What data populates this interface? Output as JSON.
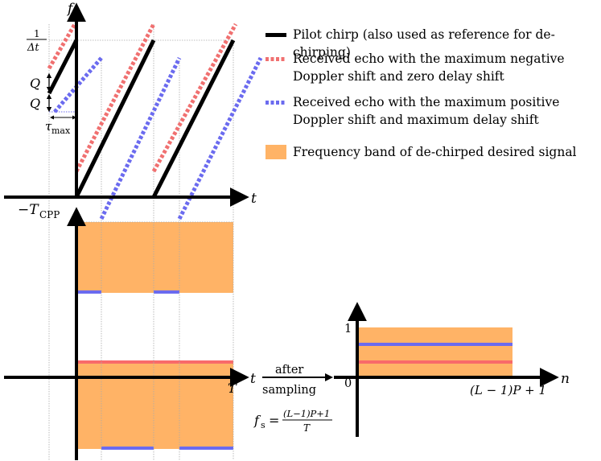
{
  "colors": {
    "pilot": "#000000",
    "neg_doppler": "#f07070",
    "pos_doppler": "#6b6bef",
    "band": "#ffb366",
    "band_stripe_red": "#f86a6a",
    "band_stripe_blue": "#6b6bef",
    "grid": "#aaaaaa"
  },
  "legend": {
    "pilot": "Pilot chirp (also used as reference for de-chirping)",
    "neg_line1": "Received echo with the maximum negative",
    "neg_line2": "Doppler shift and zero delay shift",
    "pos_line1": "Received echo with the maximum positive",
    "pos_line2": "Doppler shift and maximum delay shift",
    "band": "Frequency band of de-chirped desired signal"
  },
  "top_plot": {
    "y_axis_label": "f",
    "x_axis_label": "t",
    "inv_dt_num": "1",
    "inv_dt_den": "Δt",
    "q_label_upper": "Q",
    "q_label_lower": "Q",
    "tau_label": "τ",
    "tau_sub": "max",
    "t_cpp_label": "−T",
    "t_cpp_sub": "CPP"
  },
  "bottom_plot": {
    "x_axis_label": "t",
    "x_tick_T": "T"
  },
  "sampling": {
    "arrow_top": "after",
    "arrow_bottom": "sampling",
    "fs_lhs": "f",
    "fs_sub": "s",
    "fs_num": "(L−1)P+1",
    "fs_den": "T"
  },
  "right_plot": {
    "y_tick_1": "1",
    "y_tick_0": "0",
    "x_axis_label": "n",
    "x_tick_end": "(L − 1)P + 1"
  }
}
